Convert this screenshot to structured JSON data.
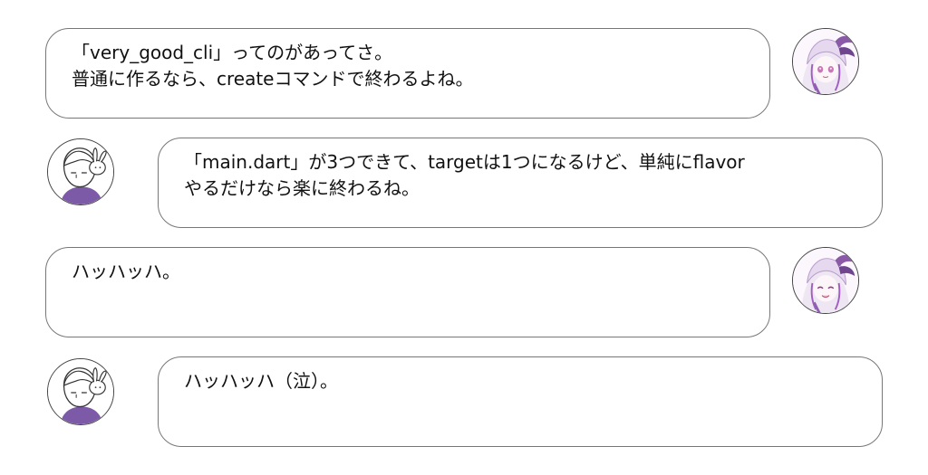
{
  "conversation": {
    "messages": [
      {
        "speaker": "girl",
        "text": "「very_good_cli」ってのがあってさ。\n普通に作るなら、createコマンドで終わるよね。"
      },
      {
        "speaker": "boy",
        "text": "「main.dart」が3つできて、targetは1つになるけど、単純にflavor\nやるだけなら楽に終わるね。"
      },
      {
        "speaker": "girl",
        "text": "ハッハッハ。"
      },
      {
        "speaker": "boy",
        "text": "ハッハッハ（泣）。"
      }
    ]
  },
  "colors": {
    "bubble_border": "#777777",
    "girl_hair": "#e9dff0",
    "girl_accent": "#a05fc0",
    "boy_shirt": "#7c5aa8"
  },
  "icons": {
    "girl_avatar": "demon-girl-avatar-icon",
    "boy_avatar": "boy-with-rabbit-avatar-icon"
  }
}
